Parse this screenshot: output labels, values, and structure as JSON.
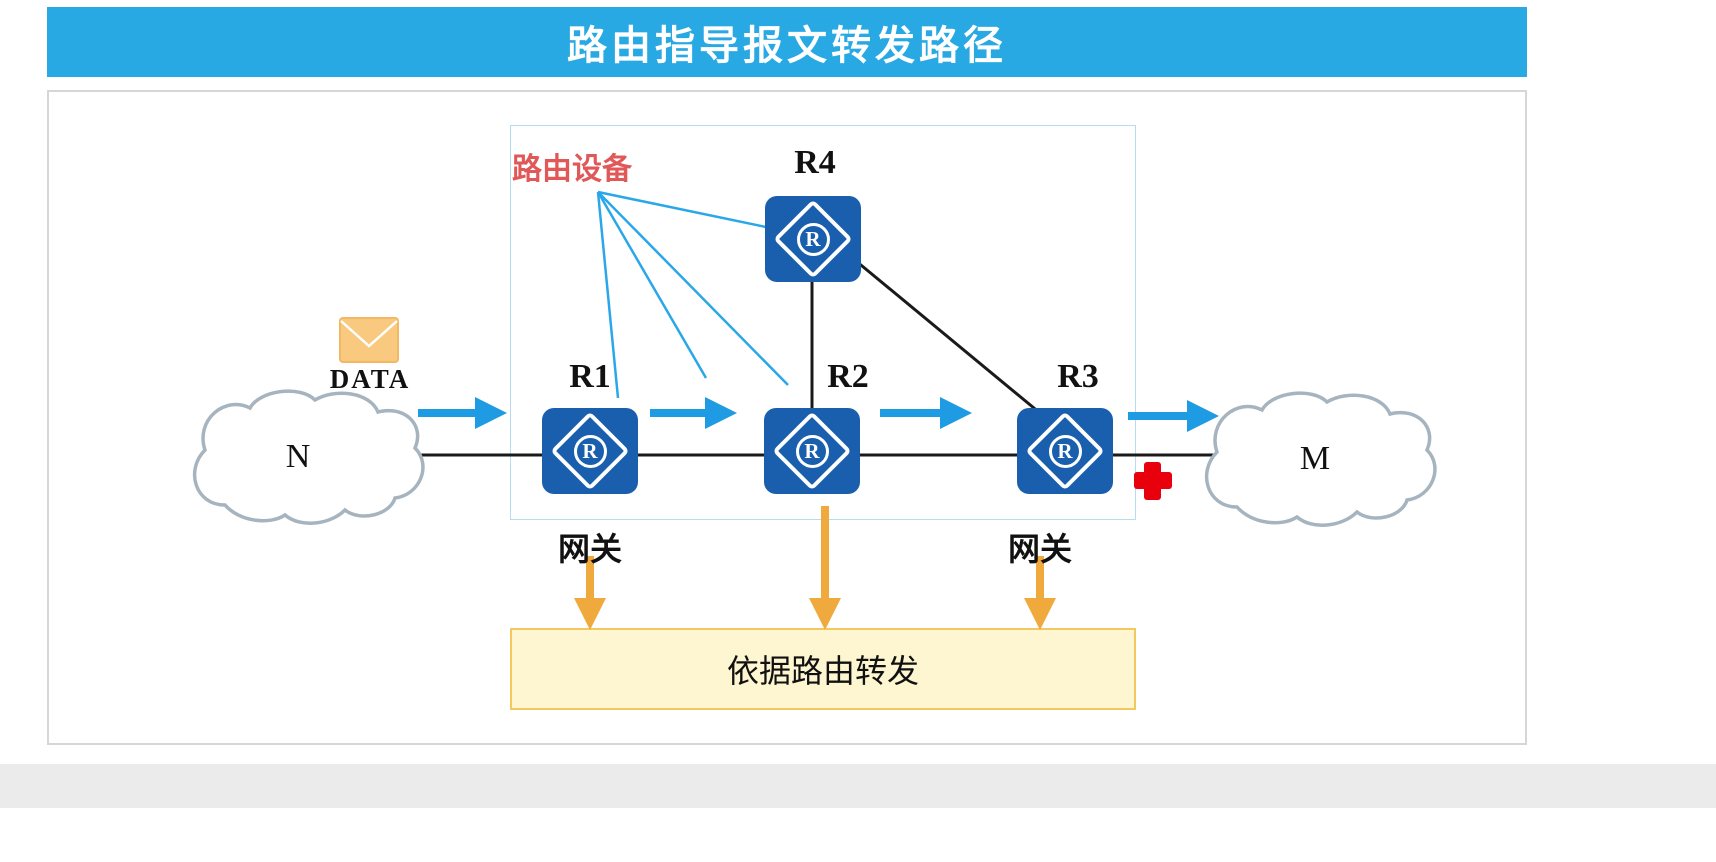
{
  "title": "路由指导报文转发路径",
  "diagram": {
    "routing_device_label": "路由设备",
    "data_packet_label": "DATA",
    "router_icon_letter": "R",
    "clouds": [
      {
        "id": "n",
        "label": "N"
      },
      {
        "id": "m",
        "label": "M"
      }
    ],
    "routers": [
      {
        "id": "r1",
        "label": "R1"
      },
      {
        "id": "r2",
        "label": "R2"
      },
      {
        "id": "r3",
        "label": "R3"
      },
      {
        "id": "r4",
        "label": "R4"
      }
    ],
    "gateway_labels": [
      "网关",
      "网关"
    ],
    "forward_box_label": "依据路由转发"
  },
  "colors": {
    "title_bar_blue": "#29a9e3",
    "router_blue": "#1a5fae",
    "packet_arrow_blue": "#1e9be2",
    "pointer_line_blue": "#2aa7e8",
    "link_black": "#1a1a1a",
    "routing_arrow_orange": "#f0a93c",
    "forward_box_bg": "#fdf6d0",
    "forward_box_border": "#f3c95f",
    "routing_device_red": "#e05858",
    "blocked_cross_red": "#e8000d",
    "envelope_orange": "#f8c97e"
  }
}
